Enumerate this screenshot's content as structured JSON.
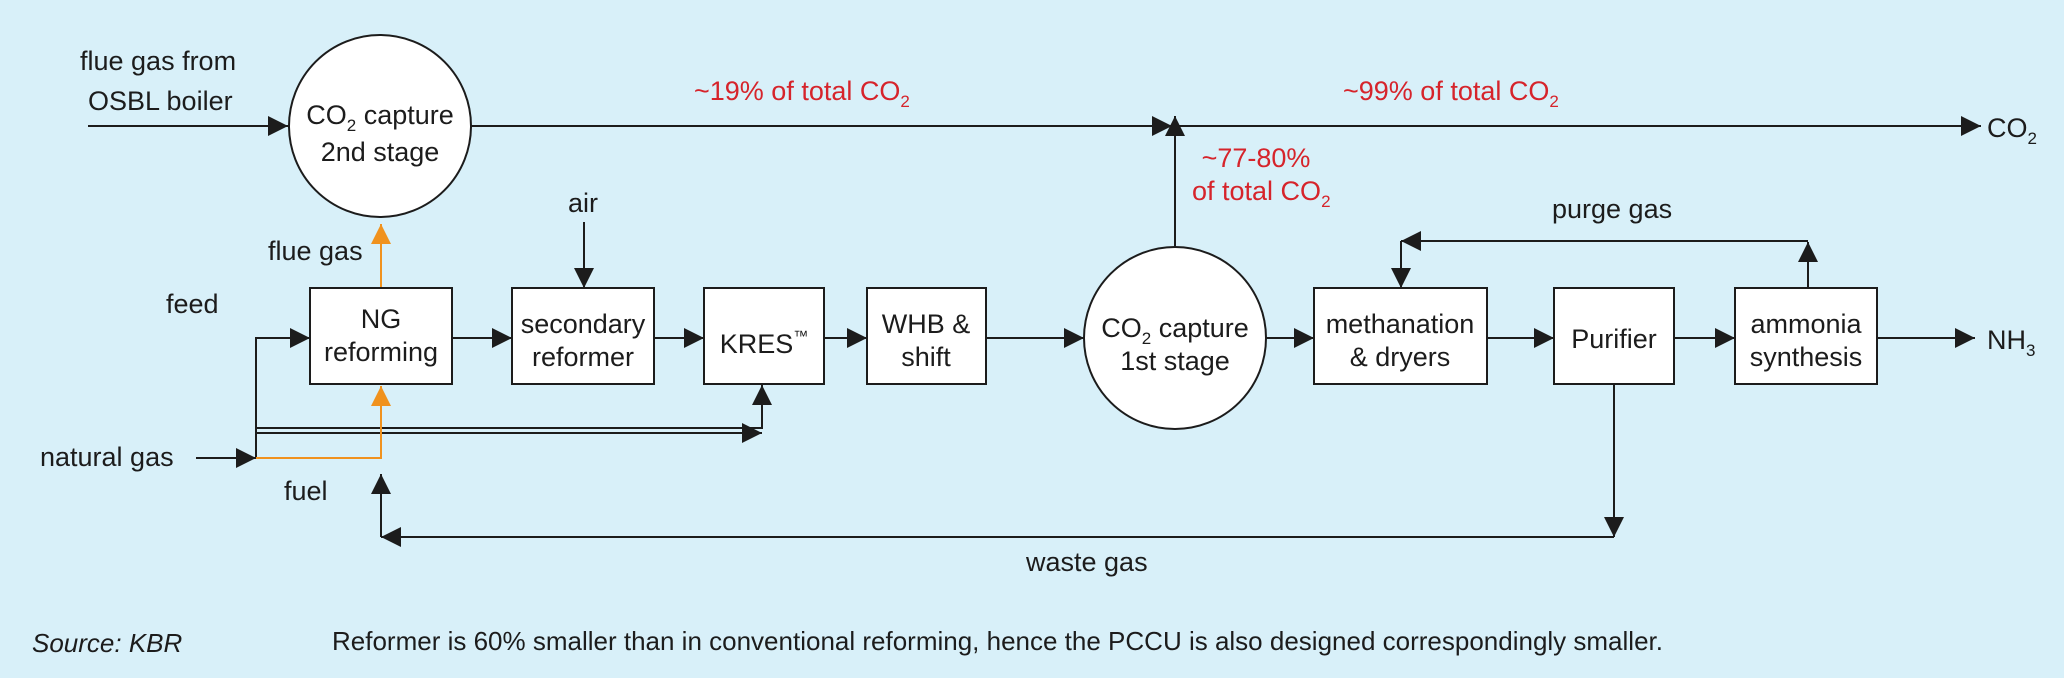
{
  "colors": {
    "background": "#d8f0f9",
    "line": "#1c1c1c",
    "accent_red": "#d6242b",
    "accent_orange": "#f0921e",
    "box_fill": "#ffffff"
  },
  "inputs": {
    "flue_gas_osbl_line1": "flue gas from",
    "flue_gas_osbl_line2": "OSBL boiler",
    "natural_gas": "natural gas",
    "feed": "feed",
    "fuel": "fuel",
    "air": "air"
  },
  "units": {
    "co2_capture_2nd": {
      "line1_main": "CO",
      "line1_sub": "2",
      "line1_rest": " capture",
      "line2": "2nd stage"
    },
    "co2_capture_1st": {
      "line1_main": "CO",
      "line1_sub": "2",
      "line1_rest": " capture",
      "line2": "1st stage"
    },
    "ng_reforming": {
      "line1": "NG",
      "line2": "reforming"
    },
    "secondary_reformer": {
      "line1": "secondary",
      "line2": "reformer"
    },
    "kres": {
      "main": "KRES",
      "sup": "™"
    },
    "whb_shift": {
      "line1": "WHB &",
      "line2": "shift"
    },
    "methanation_dryers": {
      "line1": "methanation",
      "line2": "& dryers"
    },
    "purifier": {
      "label": "Purifier"
    },
    "ammonia_synthesis": {
      "line1": "ammonia",
      "line2": "synthesis"
    }
  },
  "streams": {
    "flue_gas": "flue gas",
    "purge_gas": "purge gas",
    "waste_gas": "waste gas",
    "co2_out_main": "CO",
    "co2_out_sub": "2",
    "nh3_out_main": "NH",
    "nh3_out_sub": "3"
  },
  "annotations": {
    "pct19_main": "~19% of total CO",
    "pct19_sub": "2",
    "pct99_main": "~99% of total CO",
    "pct99_sub": "2",
    "pct77_line1": "~77-80%",
    "pct77_line2_main": "of total CO",
    "pct77_line2_sub": "2"
  },
  "footer": {
    "source": "Source: KBR",
    "caption": "Reformer is 60% smaller than in conventional reforming, hence the PCCU is also designed correspondingly smaller."
  }
}
